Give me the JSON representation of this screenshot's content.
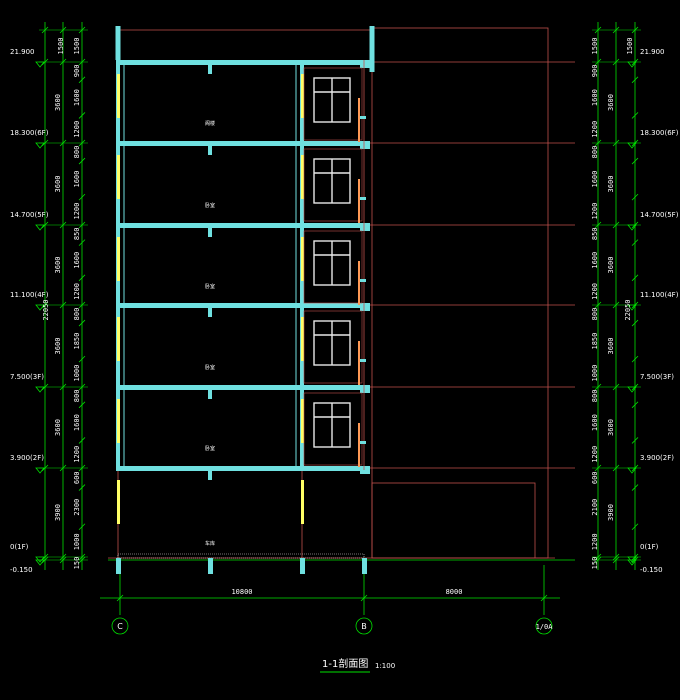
{
  "drawing": {
    "title": "1-1剖面图",
    "scale": "1:100",
    "total_height": "22050",
    "top_dim": "1500"
  },
  "levels": [
    {
      "label": "21.900"
    },
    {
      "label": "18.300(6F)"
    },
    {
      "label": "14.700(5F)"
    },
    {
      "label": "11.100(4F)"
    },
    {
      "label": "7.500(3F)"
    },
    {
      "label": "3.900(2F)"
    },
    {
      "label": "0(1F)"
    },
    {
      "label": "-0.150"
    }
  ],
  "floor_dims": [
    "3600",
    "3600",
    "3600",
    "3600",
    "3600",
    "3900"
  ],
  "detail_dims": [
    [
      "900",
      "1600",
      "1200"
    ],
    [
      "800",
      "1600",
      "1200"
    ],
    [
      "850",
      "1600",
      "1200"
    ],
    [
      "800",
      "1850",
      "1000"
    ],
    [
      "800",
      "1600",
      "1200"
    ],
    [
      "600",
      "2100",
      "1200"
    ]
  ],
  "detail_dims_left": [
    [
      "900",
      "1600",
      "1200"
    ],
    [
      "800",
      "1600",
      "1200"
    ],
    [
      "850",
      "1600",
      "1200"
    ],
    [
      "800",
      "1850",
      "1000"
    ],
    [
      "800",
      "1600",
      "1200"
    ],
    [
      "600",
      "2300",
      "1000"
    ]
  ],
  "bottom_dim": "150",
  "rooms": [
    "阁楼",
    "卧室",
    "卧室",
    "卧室",
    "卧室",
    "车库"
  ],
  "spans": [
    "10800",
    "8000"
  ],
  "axes": [
    "C",
    "B",
    "1/0A"
  ]
}
